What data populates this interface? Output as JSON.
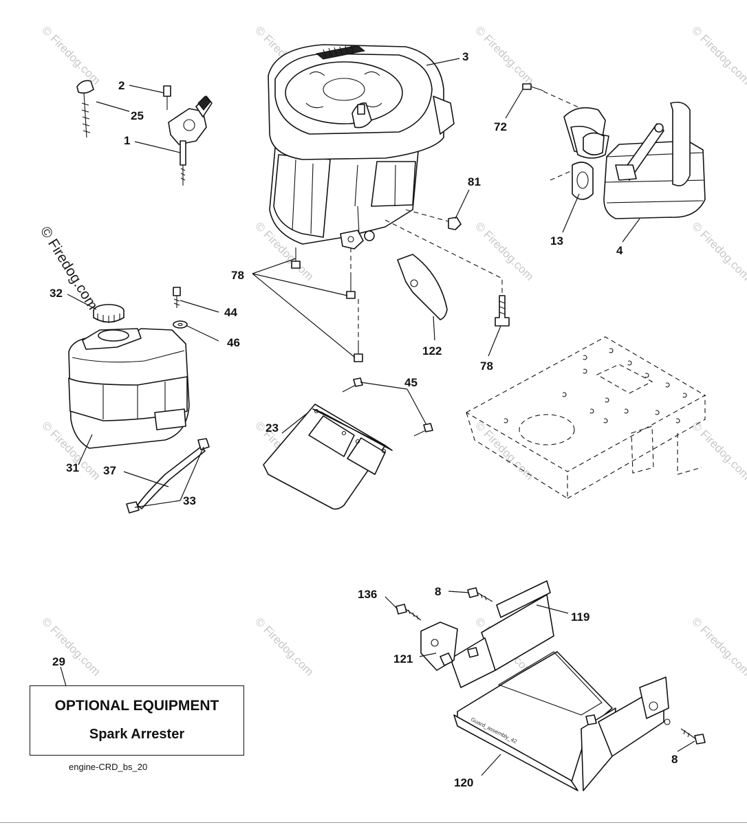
{
  "watermark": {
    "text": "© Firedog.com",
    "prominent_text": "© Firedog.com"
  },
  "callouts": [
    {
      "id": "c-3",
      "label": "3"
    },
    {
      "id": "c-2",
      "label": "2"
    },
    {
      "id": "c-25",
      "label": "25"
    },
    {
      "id": "c-1",
      "label": "1"
    },
    {
      "id": "c-72",
      "label": "72"
    },
    {
      "id": "c-81",
      "label": "81"
    },
    {
      "id": "c-13",
      "label": "13"
    },
    {
      "id": "c-4",
      "label": "4"
    },
    {
      "id": "c-78a",
      "label": "78"
    },
    {
      "id": "c-78b",
      "label": "78"
    },
    {
      "id": "c-122",
      "label": "122"
    },
    {
      "id": "c-32",
      "label": "32"
    },
    {
      "id": "c-44",
      "label": "44"
    },
    {
      "id": "c-46",
      "label": "46"
    },
    {
      "id": "c-45",
      "label": "45"
    },
    {
      "id": "c-23",
      "label": "23"
    },
    {
      "id": "c-31",
      "label": "31"
    },
    {
      "id": "c-37",
      "label": "37"
    },
    {
      "id": "c-33",
      "label": "33"
    },
    {
      "id": "c-136",
      "label": "136"
    },
    {
      "id": "c-8a",
      "label": "8"
    },
    {
      "id": "c-119",
      "label": "119"
    },
    {
      "id": "c-121",
      "label": "121"
    },
    {
      "id": "c-8b",
      "label": "8"
    },
    {
      "id": "c-120",
      "label": "120"
    },
    {
      "id": "c-29",
      "label": "29"
    }
  ],
  "optional_box": {
    "title": "OPTIONAL EQUIPMENT",
    "subtitle": "Spark Arrester"
  },
  "footer_code": "engine-CRD_bs_20",
  "guard_stamp": "Guard_assembly_42"
}
